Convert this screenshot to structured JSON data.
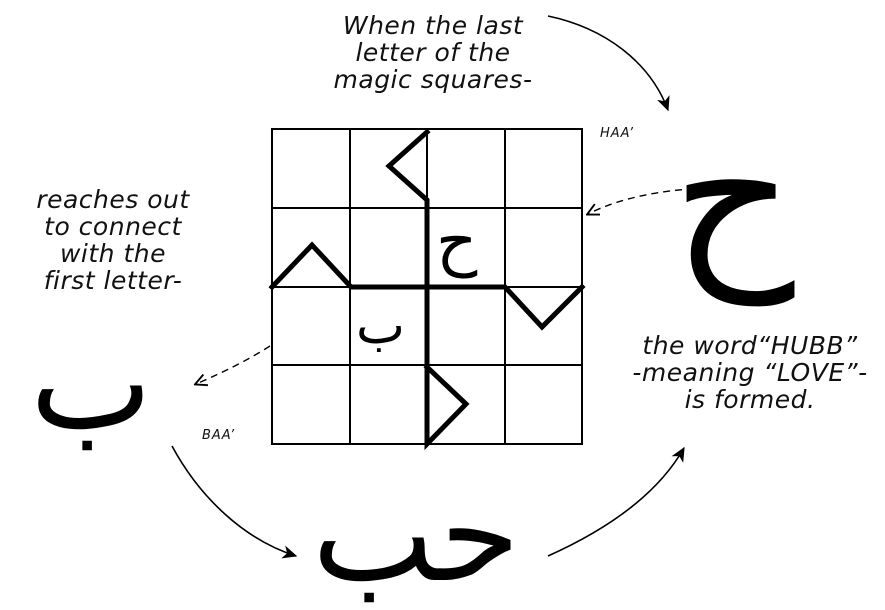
{
  "annotations": {
    "top": [
      "When the last",
      "letter of the",
      "magic squares-"
    ],
    "left": [
      "reaches out",
      "to connect",
      "with the",
      "first letter-"
    ],
    "right": [
      "the word“HUBB”",
      "-meaning “LOVE”-",
      "is formed."
    ]
  },
  "labels": {
    "haa": "HAA’",
    "baa": "BAA’"
  },
  "letters": {
    "haa": "ح",
    "baa": "ب",
    "word": "حب"
  },
  "grid": {
    "rows": 4,
    "columns": 4,
    "haa_cell": [
      2,
      3
    ],
    "baa_cell": [
      3,
      2
    ]
  },
  "colors": {
    "ink": "#000000",
    "paper": "#ffffff"
  }
}
